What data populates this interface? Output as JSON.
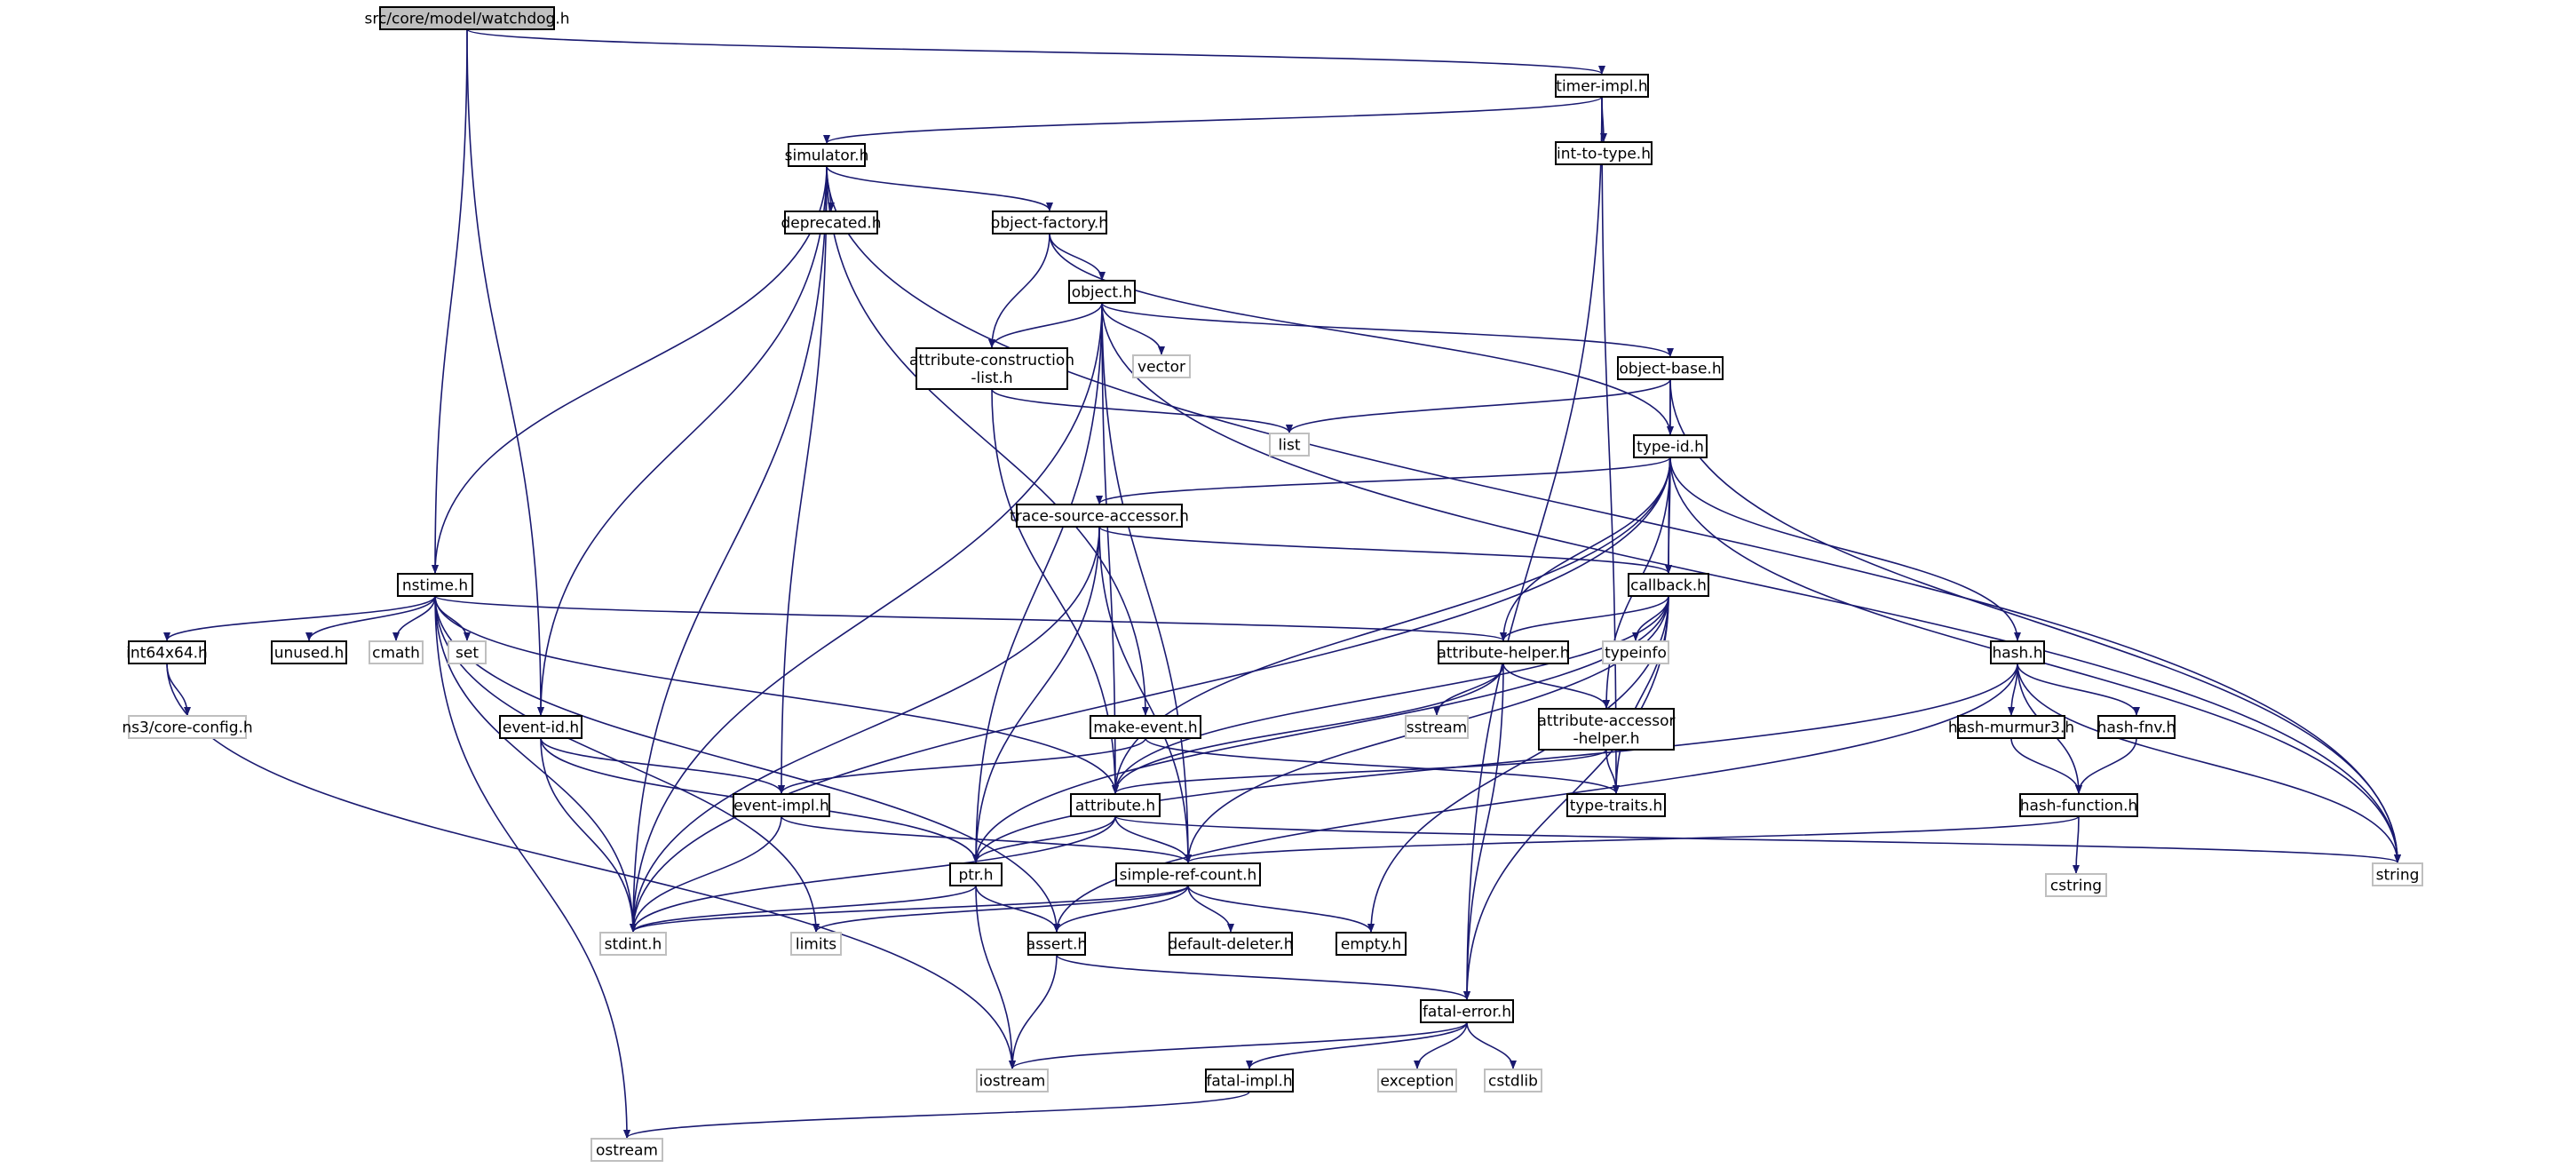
{
  "colors": {
    "edge": "#191970",
    "node_border": "#000000",
    "external_border": "#bfbfbf",
    "root_fill": "#bfbfbf",
    "node_fill": "#ffffff",
    "text": "#000000"
  },
  "graph": {
    "root": "src/core/model/watchdog.h",
    "nodes": [
      {
        "id": "watchdog",
        "label": "src/core/model/watchdog.h",
        "kind": "root"
      },
      {
        "id": "timer_impl",
        "label": "timer-impl.h",
        "kind": "local"
      },
      {
        "id": "int_to_type",
        "label": "int-to-type.h",
        "kind": "local"
      },
      {
        "id": "simulator",
        "label": "simulator.h",
        "kind": "local"
      },
      {
        "id": "deprecated",
        "label": "deprecated.h",
        "kind": "local"
      },
      {
        "id": "object_factory",
        "label": "object-factory.h",
        "kind": "local"
      },
      {
        "id": "object",
        "label": "object.h",
        "kind": "local"
      },
      {
        "id": "vector",
        "label": "vector",
        "kind": "external"
      },
      {
        "id": "attr_constr",
        "label": [
          "attribute-construction",
          "-list.h"
        ],
        "kind": "local"
      },
      {
        "id": "object_base",
        "label": "object-base.h",
        "kind": "local"
      },
      {
        "id": "list",
        "label": "list",
        "kind": "external"
      },
      {
        "id": "type_id",
        "label": "type-id.h",
        "kind": "local"
      },
      {
        "id": "trace_src",
        "label": "trace-source-accessor.h",
        "kind": "local"
      },
      {
        "id": "nstime",
        "label": "nstime.h",
        "kind": "local"
      },
      {
        "id": "callback",
        "label": "callback.h",
        "kind": "local"
      },
      {
        "id": "int64x64",
        "label": "int64x64.h",
        "kind": "local"
      },
      {
        "id": "unused",
        "label": "unused.h",
        "kind": "local"
      },
      {
        "id": "cmath",
        "label": "cmath",
        "kind": "external"
      },
      {
        "id": "set",
        "label": "set",
        "kind": "external"
      },
      {
        "id": "attr_helper",
        "label": "attribute-helper.h",
        "kind": "local"
      },
      {
        "id": "typeinfo",
        "label": "typeinfo",
        "kind": "external"
      },
      {
        "id": "hash",
        "label": "hash.h",
        "kind": "local"
      },
      {
        "id": "ns3_core_config",
        "label": "ns3/core-config.h",
        "kind": "external"
      },
      {
        "id": "event_id",
        "label": "event-id.h",
        "kind": "local"
      },
      {
        "id": "make_event",
        "label": "make-event.h",
        "kind": "local"
      },
      {
        "id": "sstream",
        "label": "sstream",
        "kind": "external"
      },
      {
        "id": "attr_accessor",
        "label": [
          "attribute-accessor",
          "-helper.h"
        ],
        "kind": "local"
      },
      {
        "id": "hash_murmur3",
        "label": "hash-murmur3.h",
        "kind": "local"
      },
      {
        "id": "hash_fnv",
        "label": "hash-fnv.h",
        "kind": "local"
      },
      {
        "id": "event_impl",
        "label": "event-impl.h",
        "kind": "local"
      },
      {
        "id": "attribute",
        "label": "attribute.h",
        "kind": "local"
      },
      {
        "id": "type_traits",
        "label": "type-traits.h",
        "kind": "local"
      },
      {
        "id": "hash_function",
        "label": "hash-function.h",
        "kind": "local"
      },
      {
        "id": "string",
        "label": "string",
        "kind": "external"
      },
      {
        "id": "ptr",
        "label": "ptr.h",
        "kind": "local"
      },
      {
        "id": "simple_ref",
        "label": "simple-ref-count.h",
        "kind": "local"
      },
      {
        "id": "cstring",
        "label": "cstring",
        "kind": "external"
      },
      {
        "id": "stdint",
        "label": "stdint.h",
        "kind": "external"
      },
      {
        "id": "limits",
        "label": "limits",
        "kind": "external"
      },
      {
        "id": "assert",
        "label": "assert.h",
        "kind": "local"
      },
      {
        "id": "default_deleter",
        "label": "default-deleter.h",
        "kind": "local"
      },
      {
        "id": "empty",
        "label": "empty.h",
        "kind": "local"
      },
      {
        "id": "fatal_error",
        "label": "fatal-error.h",
        "kind": "local"
      },
      {
        "id": "iostream",
        "label": "iostream",
        "kind": "external"
      },
      {
        "id": "fatal_impl",
        "label": "fatal-impl.h",
        "kind": "local"
      },
      {
        "id": "exception",
        "label": "exception",
        "kind": "external"
      },
      {
        "id": "cstdlib",
        "label": "cstdlib",
        "kind": "external"
      },
      {
        "id": "ostream",
        "label": "ostream",
        "kind": "external"
      }
    ],
    "edges": [
      [
        "watchdog",
        "timer_impl"
      ],
      [
        "watchdog",
        "nstime"
      ],
      [
        "watchdog",
        "event_id"
      ],
      [
        "timer_impl",
        "int_to_type"
      ],
      [
        "timer_impl",
        "simulator"
      ],
      [
        "timer_impl",
        "type_traits"
      ],
      [
        "timer_impl",
        "fatal_error"
      ],
      [
        "simulator",
        "deprecated"
      ],
      [
        "simulator",
        "object_factory"
      ],
      [
        "simulator",
        "nstime"
      ],
      [
        "simulator",
        "event_id"
      ],
      [
        "simulator",
        "event_impl"
      ],
      [
        "simulator",
        "make_event"
      ],
      [
        "simulator",
        "stdint"
      ],
      [
        "simulator",
        "string"
      ],
      [
        "object_factory",
        "object"
      ],
      [
        "object_factory",
        "attr_constr"
      ],
      [
        "object_factory",
        "type_id"
      ],
      [
        "object",
        "vector"
      ],
      [
        "object",
        "attr_constr"
      ],
      [
        "object",
        "object_base"
      ],
      [
        "object",
        "ptr"
      ],
      [
        "object",
        "attribute"
      ],
      [
        "object",
        "simple_ref"
      ],
      [
        "object",
        "stdint"
      ],
      [
        "object",
        "string"
      ],
      [
        "attr_constr",
        "list"
      ],
      [
        "attr_constr",
        "attribute"
      ],
      [
        "object_base",
        "list"
      ],
      [
        "object_base",
        "type_id"
      ],
      [
        "object_base",
        "callback"
      ],
      [
        "object_base",
        "string"
      ],
      [
        "type_id",
        "trace_src"
      ],
      [
        "type_id",
        "callback"
      ],
      [
        "type_id",
        "attr_helper"
      ],
      [
        "type_id",
        "attr_accessor"
      ],
      [
        "type_id",
        "hash"
      ],
      [
        "type_id",
        "attribute"
      ],
      [
        "type_id",
        "stdint"
      ],
      [
        "type_id",
        "string"
      ],
      [
        "trace_src",
        "callback"
      ],
      [
        "trace_src",
        "ptr"
      ],
      [
        "trace_src",
        "simple_ref"
      ],
      [
        "trace_src",
        "stdint"
      ],
      [
        "nstime",
        "int64x64"
      ],
      [
        "nstime",
        "unused"
      ],
      [
        "nstime",
        "cmath"
      ],
      [
        "nstime",
        "set"
      ],
      [
        "nstime",
        "attr_helper"
      ],
      [
        "nstime",
        "attribute"
      ],
      [
        "nstime",
        "assert"
      ],
      [
        "nstime",
        "limits"
      ],
      [
        "nstime",
        "stdint"
      ],
      [
        "nstime",
        "ostream"
      ],
      [
        "callback",
        "typeinfo"
      ],
      [
        "callback",
        "attr_helper"
      ],
      [
        "callback",
        "type_traits"
      ],
      [
        "callback",
        "attribute"
      ],
      [
        "callback",
        "ptr"
      ],
      [
        "callback",
        "simple_ref"
      ],
      [
        "callback",
        "empty"
      ],
      [
        "callback",
        "fatal_error"
      ],
      [
        "int64x64",
        "ns3_core_config"
      ],
      [
        "int64x64",
        "iostream"
      ],
      [
        "attr_helper",
        "sstream"
      ],
      [
        "attr_helper",
        "attr_accessor"
      ],
      [
        "attr_helper",
        "attribute"
      ],
      [
        "attr_helper",
        "fatal_error"
      ],
      [
        "hash",
        "hash_murmur3"
      ],
      [
        "hash",
        "hash_fnv"
      ],
      [
        "hash",
        "hash_function"
      ],
      [
        "hash",
        "assert"
      ],
      [
        "hash",
        "ptr"
      ],
      [
        "hash",
        "string"
      ],
      [
        "event_id",
        "event_impl"
      ],
      [
        "event_id",
        "ptr"
      ],
      [
        "event_id",
        "stdint"
      ],
      [
        "make_event",
        "event_impl"
      ],
      [
        "make_event",
        "type_traits"
      ],
      [
        "attr_accessor",
        "attribute"
      ],
      [
        "attr_accessor",
        "type_traits"
      ],
      [
        "hash_murmur3",
        "hash_function"
      ],
      [
        "hash_fnv",
        "hash_function"
      ],
      [
        "event_impl",
        "simple_ref"
      ],
      [
        "event_impl",
        "stdint"
      ],
      [
        "attribute",
        "ptr"
      ],
      [
        "attribute",
        "simple_ref"
      ],
      [
        "attribute",
        "string"
      ],
      [
        "attribute",
        "stdint"
      ],
      [
        "hash_function",
        "simple_ref"
      ],
      [
        "hash_function",
        "cstring"
      ],
      [
        "ptr",
        "assert"
      ],
      [
        "ptr",
        "iostream"
      ],
      [
        "ptr",
        "stdint"
      ],
      [
        "simple_ref",
        "assert"
      ],
      [
        "simple_ref",
        "default_deleter"
      ],
      [
        "simple_ref",
        "empty"
      ],
      [
        "simple_ref",
        "stdint"
      ],
      [
        "simple_ref",
        "limits"
      ],
      [
        "assert",
        "fatal_error"
      ],
      [
        "assert",
        "iostream"
      ],
      [
        "fatal_error",
        "fatal_impl"
      ],
      [
        "fatal_error",
        "iostream"
      ],
      [
        "fatal_error",
        "exception"
      ],
      [
        "fatal_error",
        "cstdlib"
      ],
      [
        "fatal_impl",
        "ostream"
      ]
    ]
  }
}
